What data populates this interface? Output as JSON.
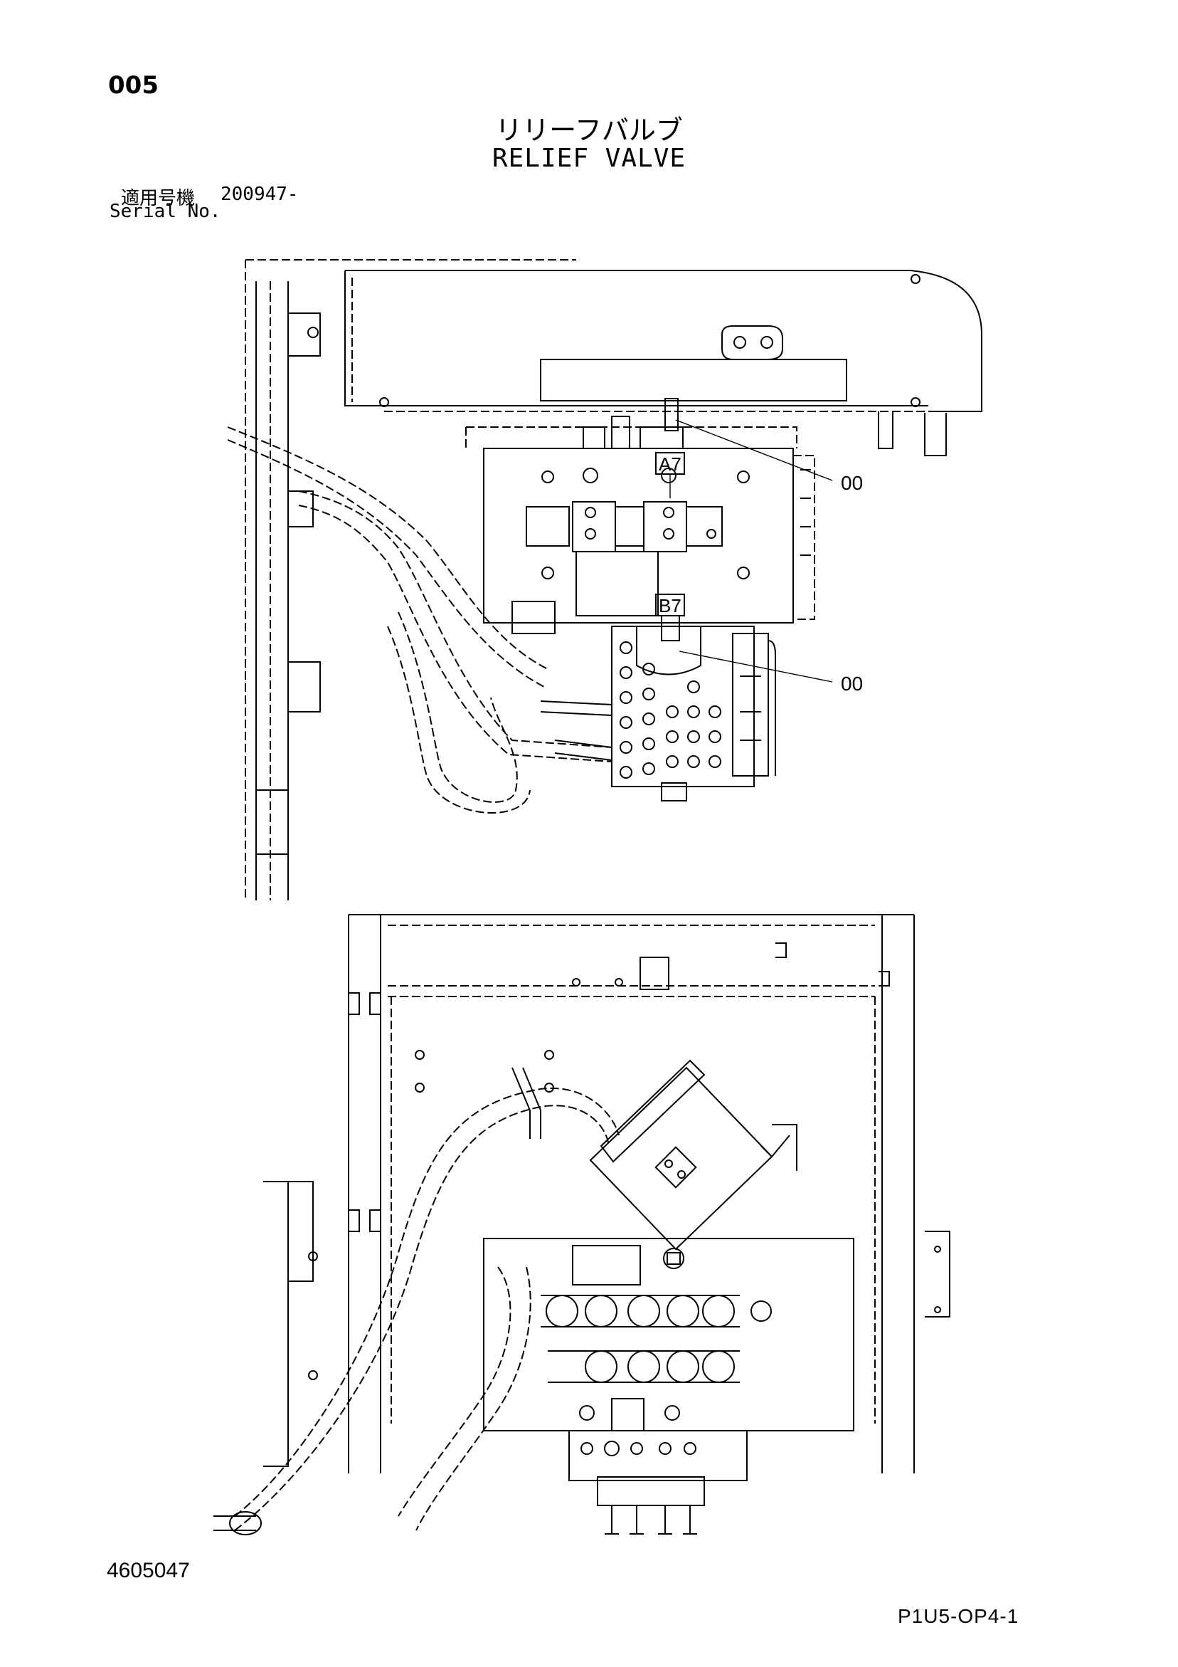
{
  "header": {
    "page_number": "005",
    "title_jp": "リリーフバルブ",
    "title_en": "RELIEF VALVE",
    "serial_label_jp": "適用号機",
    "serial_number": "200947-",
    "serial_label_en": "Serial No."
  },
  "diagram": {
    "port_labels": [
      "A7",
      "B7"
    ],
    "callouts": [
      {
        "text": "00",
        "target": "port-a7-relief-valve"
      },
      {
        "text": "00",
        "target": "port-b7-relief-valve"
      }
    ]
  },
  "footer": {
    "drawing_number": "4605047",
    "sheet_id": "P1U5-OP4-1"
  }
}
